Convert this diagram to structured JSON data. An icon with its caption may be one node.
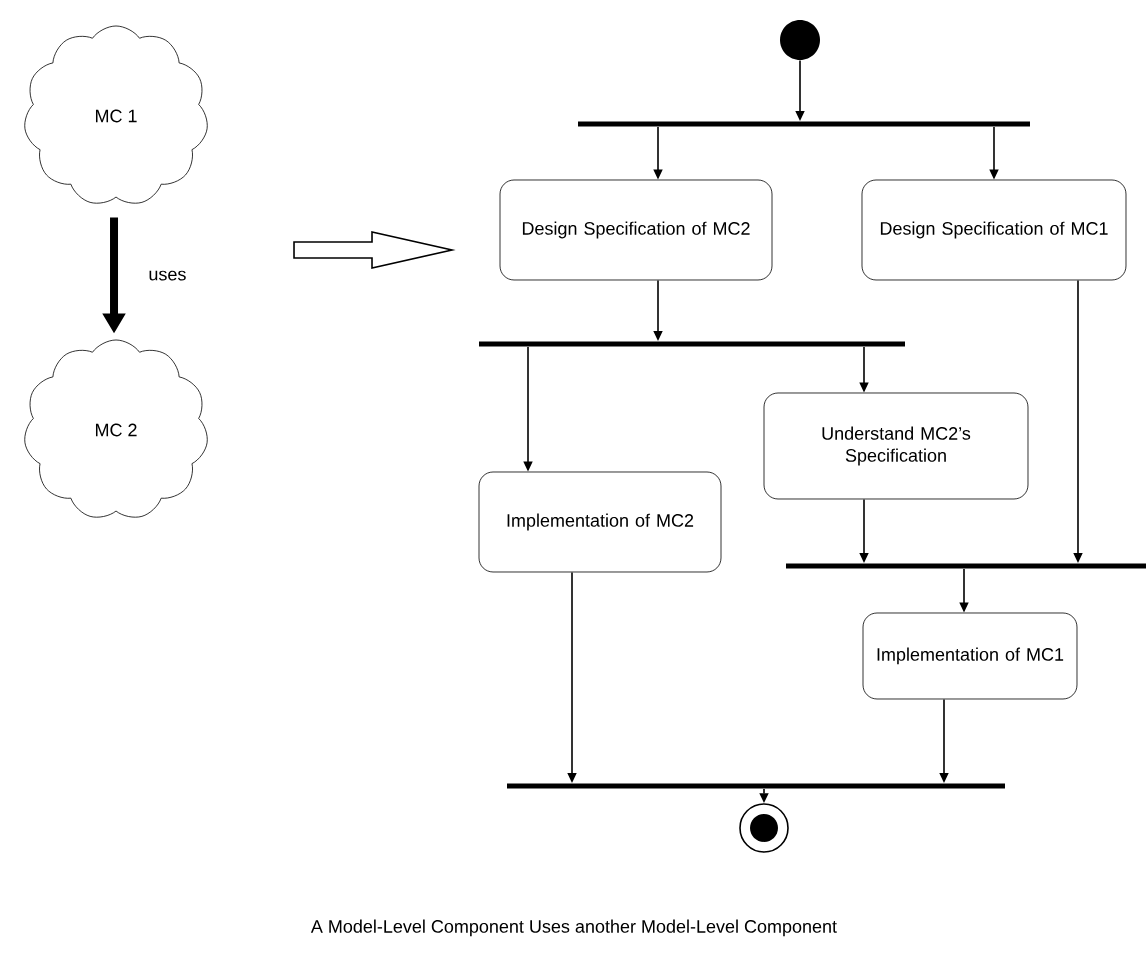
{
  "diagram": {
    "caption": "A Model-Level Component Uses another Model-Level Component",
    "nodes": [
      {
        "text": [
          "MC 1"
        ]
      },
      {
        "text": [
          "MC 2"
        ]
      },
      {
        "text": [],
        "shape": "circle"
      },
      {
        "text": [],
        "shape": "bar"
      },
      {
        "text": [
          "Design Specification of MC2"
        ]
      },
      {
        "text": [
          "Design Specification of MC1"
        ]
      },
      {
        "text": [],
        "shape": "bar"
      },
      {
        "text": [
          "Understand MC2’s Specification"
        ]
      },
      {
        "text": [
          "Implementation of MC2"
        ]
      },
      {
        "text": [],
        "shape": "bar"
      },
      {
        "text": [
          "Implementation of MC1"
        ]
      },
      {
        "text": [],
        "shape": "bar"
      },
      {
        "text": [],
        "shape": "bullseye"
      }
    ],
    "edges": [
      {
        "from": 0,
        "to": 1,
        "arrow": "to",
        "label": "uses",
        "style": "thick"
      },
      {
        "from": 2,
        "to": 3,
        "arrow": "to"
      },
      {
        "from": 3,
        "to": 4,
        "arrow": "to"
      },
      {
        "from": 3,
        "to": 5,
        "arrow": "to"
      },
      {
        "from": 4,
        "to": 6,
        "arrow": "to"
      },
      {
        "from": 6,
        "to": 8,
        "arrow": "to"
      },
      {
        "from": 6,
        "to": 7,
        "arrow": "to"
      },
      {
        "from": 7,
        "to": 9,
        "arrow": "to"
      },
      {
        "from": 5,
        "to": 9,
        "arrow": "to"
      },
      {
        "from": 9,
        "to": 10,
        "arrow": "to"
      },
      {
        "from": 8,
        "to": 11,
        "arrow": "to"
      },
      {
        "from": 10,
        "to": 11,
        "arrow": "to"
      },
      {
        "from": 11,
        "to": 12,
        "arrow": "to"
      }
    ]
  }
}
